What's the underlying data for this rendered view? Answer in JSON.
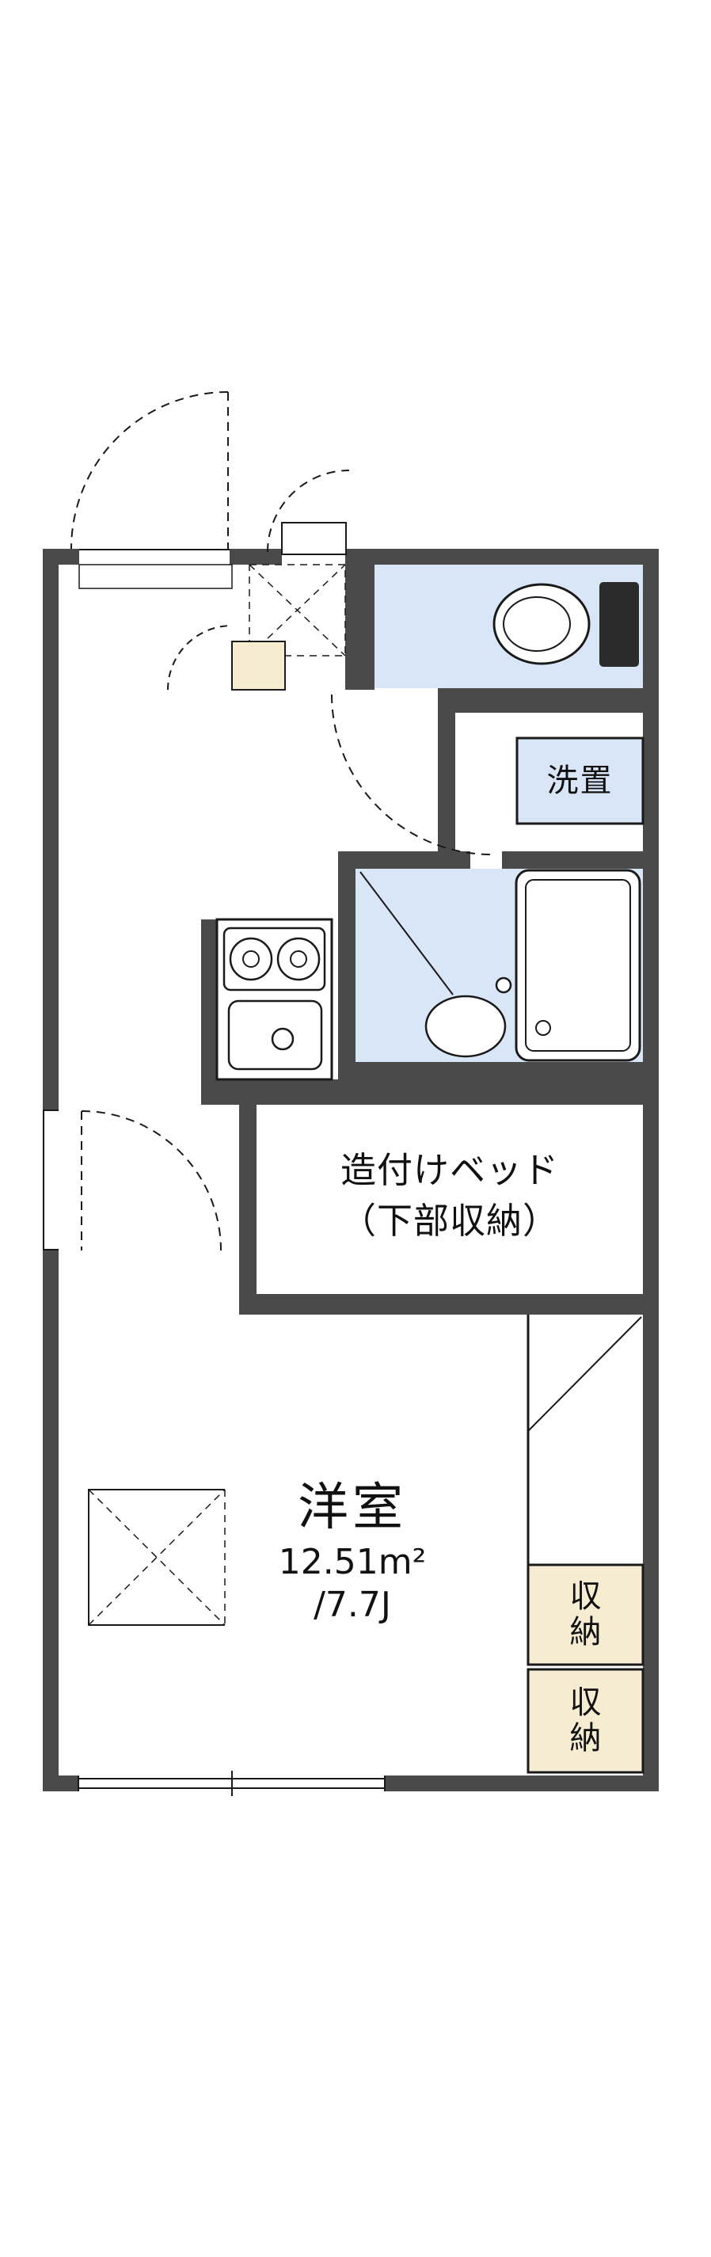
{
  "meta": {
    "type": "apartment-floorplan"
  },
  "labels": {
    "washer": "洗置",
    "bed_line1": "造付けベッド",
    "bed_line2": "（下部収納）",
    "room_name": "洋室",
    "room_area": "12.51m²",
    "room_tatami": "/7.7J",
    "storage_top": "収納",
    "storage_bottom": "収納"
  },
  "colors": {
    "wall": "#4a4a4a",
    "wet_area_fill": "#d9e6f7",
    "storage_fill": "#f6ecd2",
    "line": "#1a1a1a",
    "background": "#ffffff"
  }
}
